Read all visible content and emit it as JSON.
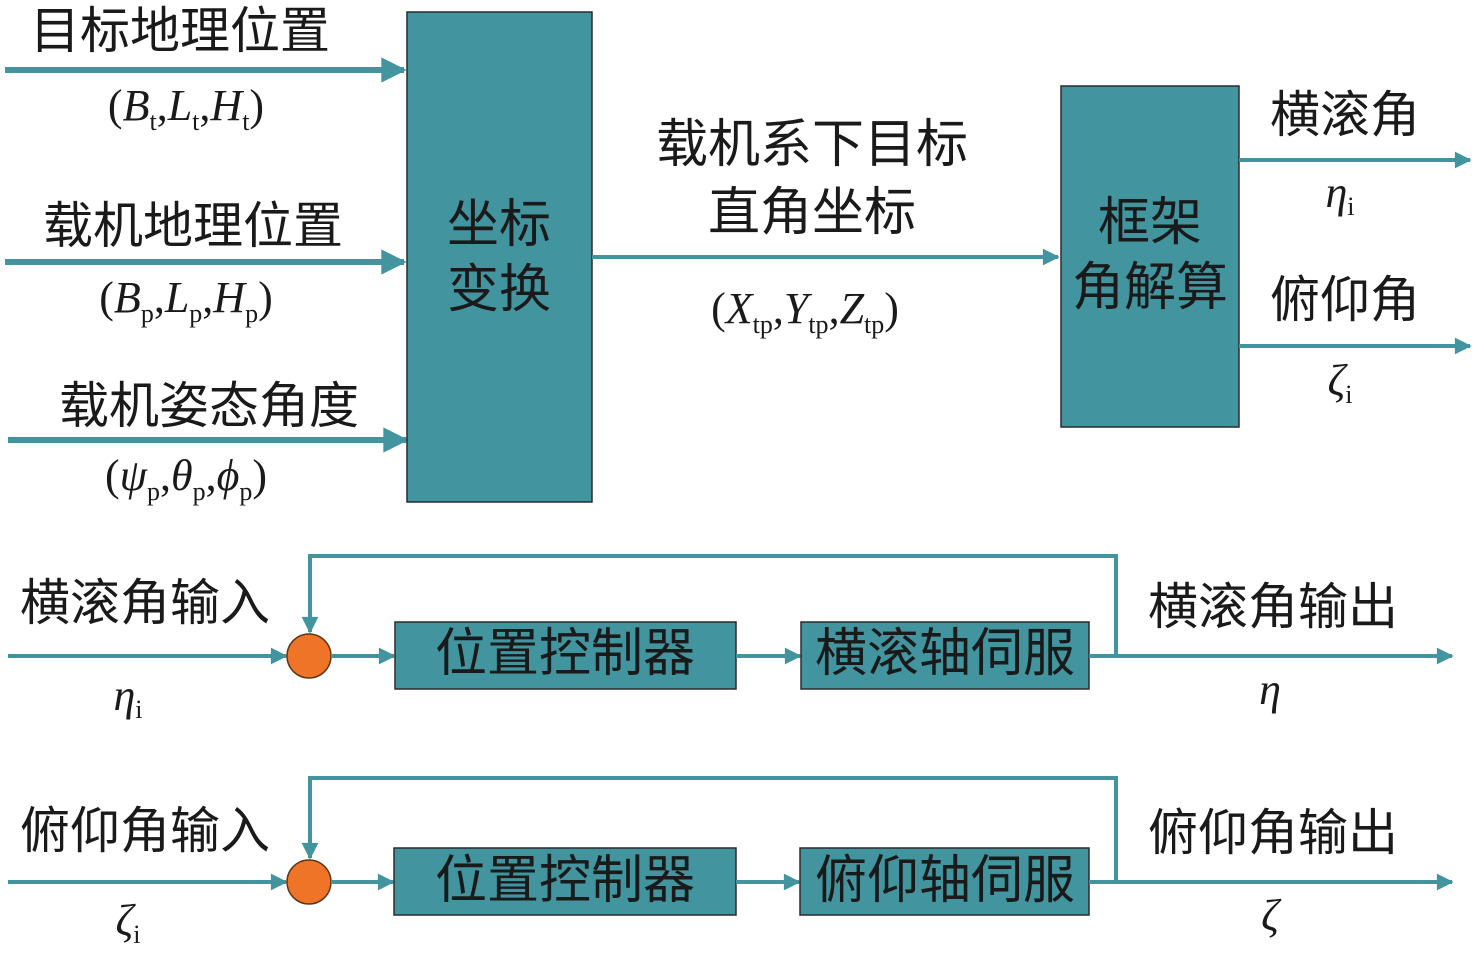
{
  "colors": {
    "block": "#42949f",
    "line": "#42949f",
    "sum_node": "#f07428",
    "text": "#1a1a1a"
  },
  "top": {
    "inputs": {
      "target": {
        "label": "目标地理位置",
        "open": "(",
        "v1": "B",
        "s1": "t",
        "v2": "L",
        "s2": "t",
        "v3": "H",
        "s3": "t",
        "close": ")"
      },
      "aircraft": {
        "label": "载机地理位置",
        "open": "(",
        "v1": "B",
        "s1": "p",
        "v2": "L",
        "s2": "p",
        "v3": "H",
        "s3": "p",
        "close": ")"
      },
      "attitude": {
        "label": "载机姿态角度",
        "open": "(",
        "v1": "ψ",
        "s1": "p",
        "v2": "θ",
        "s2": "p",
        "v3": "ϕ",
        "s3": "p",
        "close": ")"
      }
    },
    "coord_block": {
      "line1": "坐标",
      "line2": "变换"
    },
    "middle": {
      "line1": "载机系下目标",
      "line2": "直角坐标",
      "open": "(",
      "v1": "X",
      "s1": "tp",
      "v2": "Y",
      "s2": "tp",
      "v3": "Z",
      "s3": "tp",
      "close": ")"
    },
    "frame_block": {
      "line1": "框架",
      "line2": "角解算"
    },
    "outputs": {
      "roll": {
        "label": "横滚角",
        "symbol": "η",
        "sub": "i"
      },
      "pitch": {
        "label": "俯仰角",
        "symbol": "ζ",
        "sub": "i"
      }
    }
  },
  "roll_loop": {
    "input_label": "横滚角输入",
    "input_symbol": "η",
    "input_sub": "i",
    "controller": "位置控制器",
    "servo": "横滚轴伺服",
    "output_label": "横滚角输出",
    "output_symbol": "η"
  },
  "pitch_loop": {
    "input_label": "俯仰角输入",
    "input_symbol": "ζ",
    "input_sub": "i",
    "controller": "位置控制器",
    "servo": "俯仰轴伺服",
    "output_label": "俯仰角输出",
    "output_symbol": "ζ"
  }
}
